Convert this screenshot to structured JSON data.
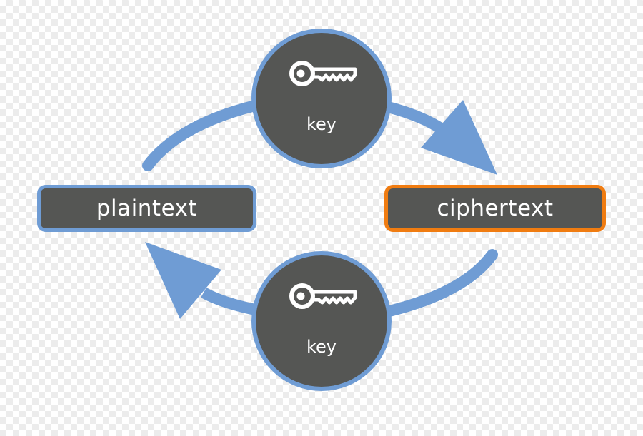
{
  "plaintext": {
    "label": "plaintext"
  },
  "ciphertext": {
    "label": "ciphertext"
  },
  "encrypt_key": {
    "label": "key",
    "icon": "key-icon"
  },
  "decrypt_key": {
    "label": "key",
    "icon": "key-icon"
  },
  "colors": {
    "arrow": "#6f9cd4",
    "node_fill": "#555654",
    "plaintext_border": "#6f9cd4",
    "ciphertext_border": "#f07c11",
    "text": "#ffffff"
  }
}
